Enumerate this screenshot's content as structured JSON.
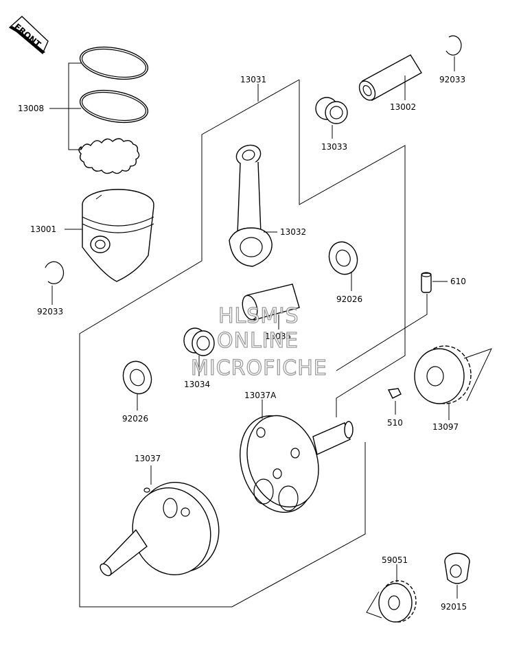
{
  "front_badge": {
    "text": "FRONT"
  },
  "watermark": {
    "line1": "HLSM'S",
    "line2": "ONLINE",
    "line3": "MICROFICHE"
  },
  "labels": {
    "13008": "13008",
    "13001": "13001",
    "92033_left": "92033",
    "13031": "13031",
    "13032": "13032",
    "13033": "13033",
    "13002": "13002",
    "92033_right": "92033",
    "92026_right": "92026",
    "610": "610",
    "13035": "13035",
    "13034": "13034",
    "92026_left": "92026",
    "13037A": "13037A",
    "510": "510",
    "13097": "13097",
    "13037": "13037",
    "59051": "59051",
    "92015": "92015"
  }
}
